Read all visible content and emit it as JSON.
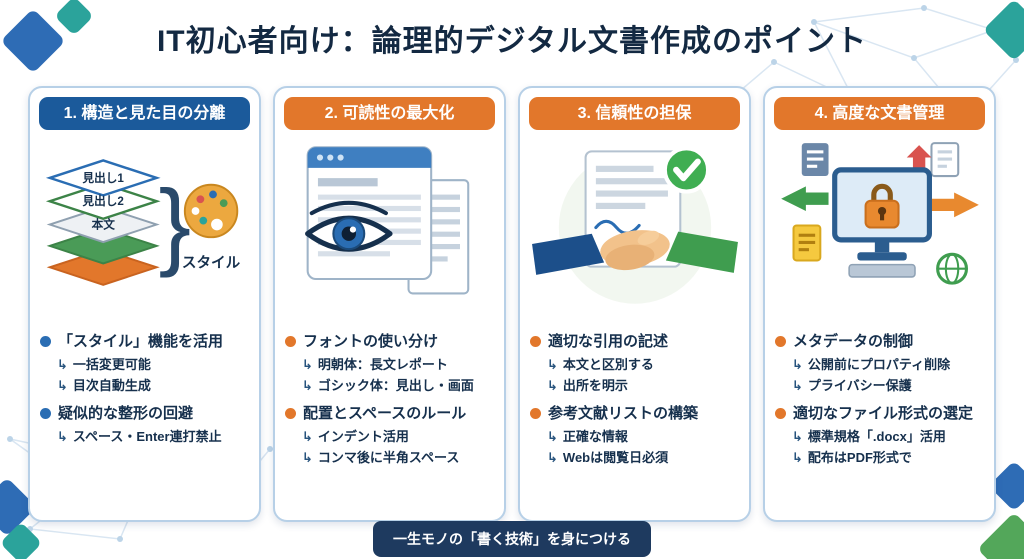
{
  "title": "IT初心者向け：論理的デジタル文書作成のポイント",
  "footer": "一生モノの「書く技術」を身につける",
  "glyphs": {
    "arrow": "↳",
    "brace": "}"
  },
  "colors": {
    "header_blue": "#1b5a9b",
    "accent_orange": "#e2772b",
    "accent_blue": "#2a6db3",
    "text_navy": "#16304d",
    "footer_bg": "#1e3a5f",
    "card_border": "#b7d0e7",
    "decor_teal": "#2ba39b",
    "decor_green": "#53a75a"
  },
  "cards": [
    {
      "header": "1. 構造と見た目の分離",
      "illustration": {
        "layer1": "見出し1",
        "layer2": "見出し2",
        "layer3": "本文",
        "caption": "スタイル"
      },
      "sections": [
        {
          "title": "「スタイル」機能を活用",
          "items": [
            "一括変更可能",
            "目次自動生成"
          ]
        },
        {
          "title": "疑似的な整形の回避",
          "items": [
            "スペース・Enter連打禁止"
          ]
        }
      ]
    },
    {
      "header": "2. 可読性の最大化",
      "sections": [
        {
          "title": "フォントの使い分け",
          "items": [
            "明朝体：長文レポート",
            "ゴシック体：見出し・画面"
          ]
        },
        {
          "title": "配置とスペースのルール",
          "items": [
            "インデント活用",
            "コンマ後に半角スペース"
          ]
        }
      ]
    },
    {
      "header": "3. 信頼性の担保",
      "sections": [
        {
          "title": "適切な引用の記述",
          "items": [
            "本文と区別する",
            "出所を明示"
          ]
        },
        {
          "title": "参考文献リストの構築",
          "items": [
            "正確な情報",
            "Webは閲覧日必須"
          ]
        }
      ]
    },
    {
      "header": "4. 高度な文書管理",
      "sections": [
        {
          "title": "メタデータの制御",
          "items": [
            "公開前にプロパティ削除",
            "プライバシー保護"
          ]
        },
        {
          "title": "適切なファイル形式の選定",
          "items": [
            "標準規格「.docx」活用",
            "配布はPDF形式で"
          ]
        }
      ]
    }
  ]
}
